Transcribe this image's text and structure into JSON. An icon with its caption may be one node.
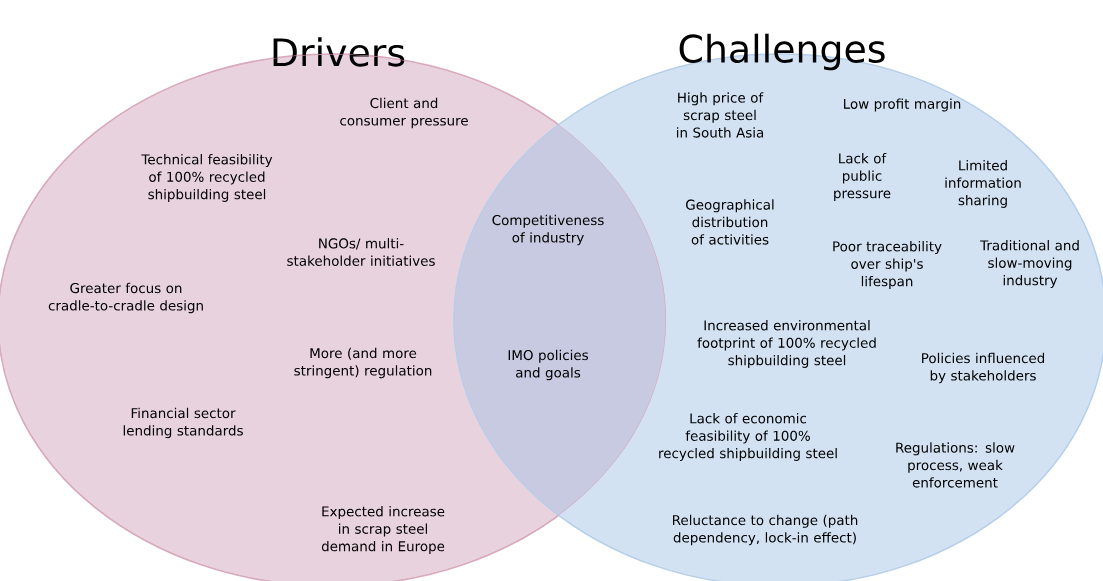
{
  "diagram": {
    "nodes": [
      {
        "text": [
          "Drivers"
        ]
      },
      {
        "text": [
          "Challenges"
        ]
      }
    ],
    "labels": [
      "Client and consumer pressure",
      "Technical feasibility of 100% recycled shipbuilding steel",
      "NGOs/ multi-stakeholder initiatives",
      "Greater focus on cradle-to-cradle design",
      "More (and more stringent) regulation",
      "Financial sector lending standards",
      "Expected increase in scrap steel demand in Europe",
      "Competitiveness of industry",
      "IMO policies and goals",
      "High price of scrap steel in South Asia",
      "Low profit margin",
      "Lack of public pressure",
      "Limited information sharing",
      "Geographical distribution of activities",
      "Poor traceability over ship's lifespan",
      "Traditional and slow-moving industry",
      "Increased environmental footprint of 100% recycled shipbuilding steel",
      "Policies influenced by stakeholders",
      "Lack of economic feasibility of 100% recycled shipbuilding steel",
      "Regulations: slow process, weak enforcement",
      "Reluctance to change (path dependency, lock-in effect)"
    ]
  }
}
